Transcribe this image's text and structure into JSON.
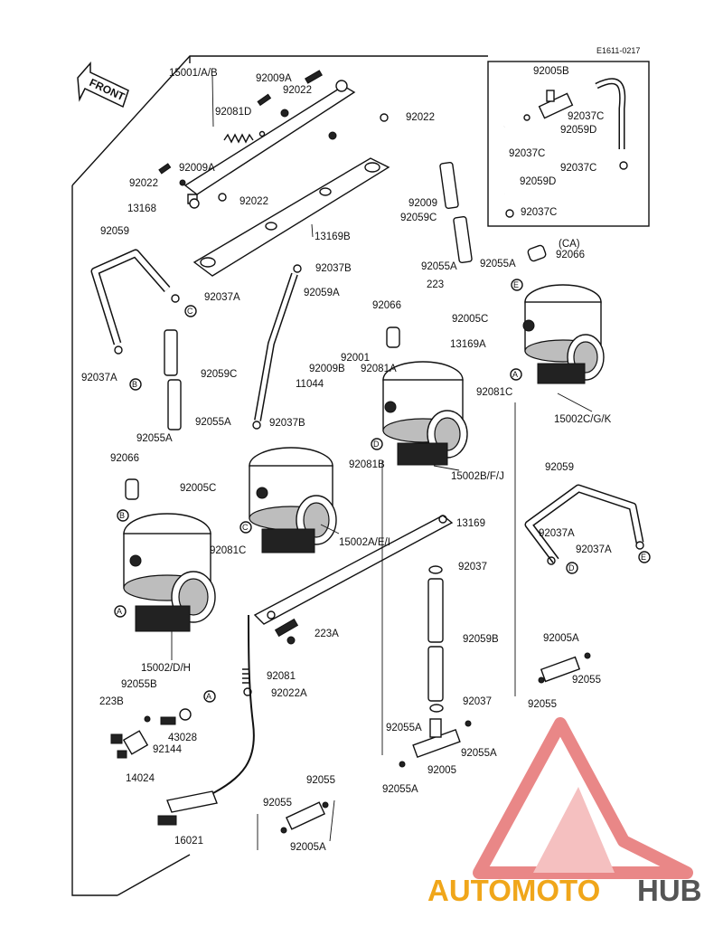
{
  "doc_code": "E1611-0217",
  "front_label": "FRONT",
  "ca_title": "(CA)",
  "labels": [
    {
      "id": "l1",
      "text": "15001/A/B"
    },
    {
      "id": "l2",
      "text": "92009A"
    },
    {
      "id": "l3",
      "text": "92022"
    },
    {
      "id": "l4",
      "text": "92081D"
    },
    {
      "id": "l5",
      "text": "92022"
    },
    {
      "id": "l6",
      "text": "92009A"
    },
    {
      "id": "l7",
      "text": "92022"
    },
    {
      "id": "l8",
      "text": "92022"
    },
    {
      "id": "l9",
      "text": "13168"
    },
    {
      "id": "l10",
      "text": "92009"
    },
    {
      "id": "l11",
      "text": "92059C"
    },
    {
      "id": "l12",
      "text": "13169B"
    },
    {
      "id": "l13",
      "text": "92059"
    },
    {
      "id": "l14",
      "text": "92037B"
    },
    {
      "id": "l15",
      "text": "92055A"
    },
    {
      "id": "l16",
      "text": "92055A"
    },
    {
      "id": "l17",
      "text": "92066"
    },
    {
      "id": "l18",
      "text": "92037A"
    },
    {
      "id": "l19",
      "text": "92059A"
    },
    {
      "id": "l20",
      "text": "223"
    },
    {
      "id": "l21",
      "text": "92066"
    },
    {
      "id": "l22",
      "text": "92005C"
    },
    {
      "id": "l23",
      "text": "13169A"
    },
    {
      "id": "l24",
      "text": "92037A"
    },
    {
      "id": "l25",
      "text": "92059C"
    },
    {
      "id": "l26",
      "text": "92001"
    },
    {
      "id": "l27",
      "text": "92009B"
    },
    {
      "id": "l28",
      "text": "92081A"
    },
    {
      "id": "l29",
      "text": "11044"
    },
    {
      "id": "l30",
      "text": "92081C"
    },
    {
      "id": "l31",
      "text": "15002C/G/K"
    },
    {
      "id": "l32",
      "text": "92055A"
    },
    {
      "id": "l33",
      "text": "92055A"
    },
    {
      "id": "l34",
      "text": "92037B"
    },
    {
      "id": "l35",
      "text": "92066"
    },
    {
      "id": "l36",
      "text": "92005C"
    },
    {
      "id": "l37",
      "text": "92081B"
    },
    {
      "id": "l38",
      "text": "15002B/F/J"
    },
    {
      "id": "l39",
      "text": "92059"
    },
    {
      "id": "l40",
      "text": "92081C"
    },
    {
      "id": "l41",
      "text": "15002A/E/I"
    },
    {
      "id": "l42",
      "text": "13169"
    },
    {
      "id": "l43",
      "text": "92037A"
    },
    {
      "id": "l44",
      "text": "92037A"
    },
    {
      "id": "l45",
      "text": "92037"
    },
    {
      "id": "l46",
      "text": "223A"
    },
    {
      "id": "l47",
      "text": "15002/D/H"
    },
    {
      "id": "l48",
      "text": "92059B"
    },
    {
      "id": "l49",
      "text": "92005A"
    },
    {
      "id": "l50",
      "text": "92055"
    },
    {
      "id": "l51",
      "text": "92081"
    },
    {
      "id": "l52",
      "text": "92055B"
    },
    {
      "id": "l53",
      "text": "92022A"
    },
    {
      "id": "l54",
      "text": "223B"
    },
    {
      "id": "l55",
      "text": "92037"
    },
    {
      "id": "l56",
      "text": "92055"
    },
    {
      "id": "l57",
      "text": "43028"
    },
    {
      "id": "l58",
      "text": "92144"
    },
    {
      "id": "l59",
      "text": "92055A"
    },
    {
      "id": "l60",
      "text": "92055A"
    },
    {
      "id": "l61",
      "text": "14024"
    },
    {
      "id": "l62",
      "text": "92005"
    },
    {
      "id": "l63",
      "text": "92055A"
    },
    {
      "id": "l64",
      "text": "92055"
    },
    {
      "id": "l65",
      "text": "92055"
    },
    {
      "id": "l66",
      "text": "16021"
    },
    {
      "id": "l67",
      "text": "92005A"
    }
  ],
  "ca_labels": [
    {
      "id": "c1",
      "text": "92005B"
    },
    {
      "id": "c2",
      "text": "92037C"
    },
    {
      "id": "c3",
      "text": "92059D"
    },
    {
      "id": "c4",
      "text": "92037C"
    },
    {
      "id": "c5",
      "text": "92037C"
    },
    {
      "id": "c6",
      "text": "92059D"
    },
    {
      "id": "c7",
      "text": "92037C"
    }
  ],
  "ref_markers": [
    {
      "id": "m1",
      "text": "C"
    },
    {
      "id": "m2",
      "text": "B"
    },
    {
      "id": "m3",
      "text": "E"
    },
    {
      "id": "m4",
      "text": "A"
    },
    {
      "id": "m5",
      "text": "D"
    },
    {
      "id": "m6",
      "text": "C"
    },
    {
      "id": "m7",
      "text": "B"
    },
    {
      "id": "m8",
      "text": "A"
    },
    {
      "id": "m9",
      "text": "D"
    },
    {
      "id": "m10",
      "text": "E"
    },
    {
      "id": "m11",
      "text": "A"
    }
  ],
  "watermark": {
    "part1": "AUTOMOTO",
    "part2": "HUB",
    "color_accent": "#f0a61a",
    "color_dark": "#555555",
    "logo_color": "#e46a6a"
  }
}
